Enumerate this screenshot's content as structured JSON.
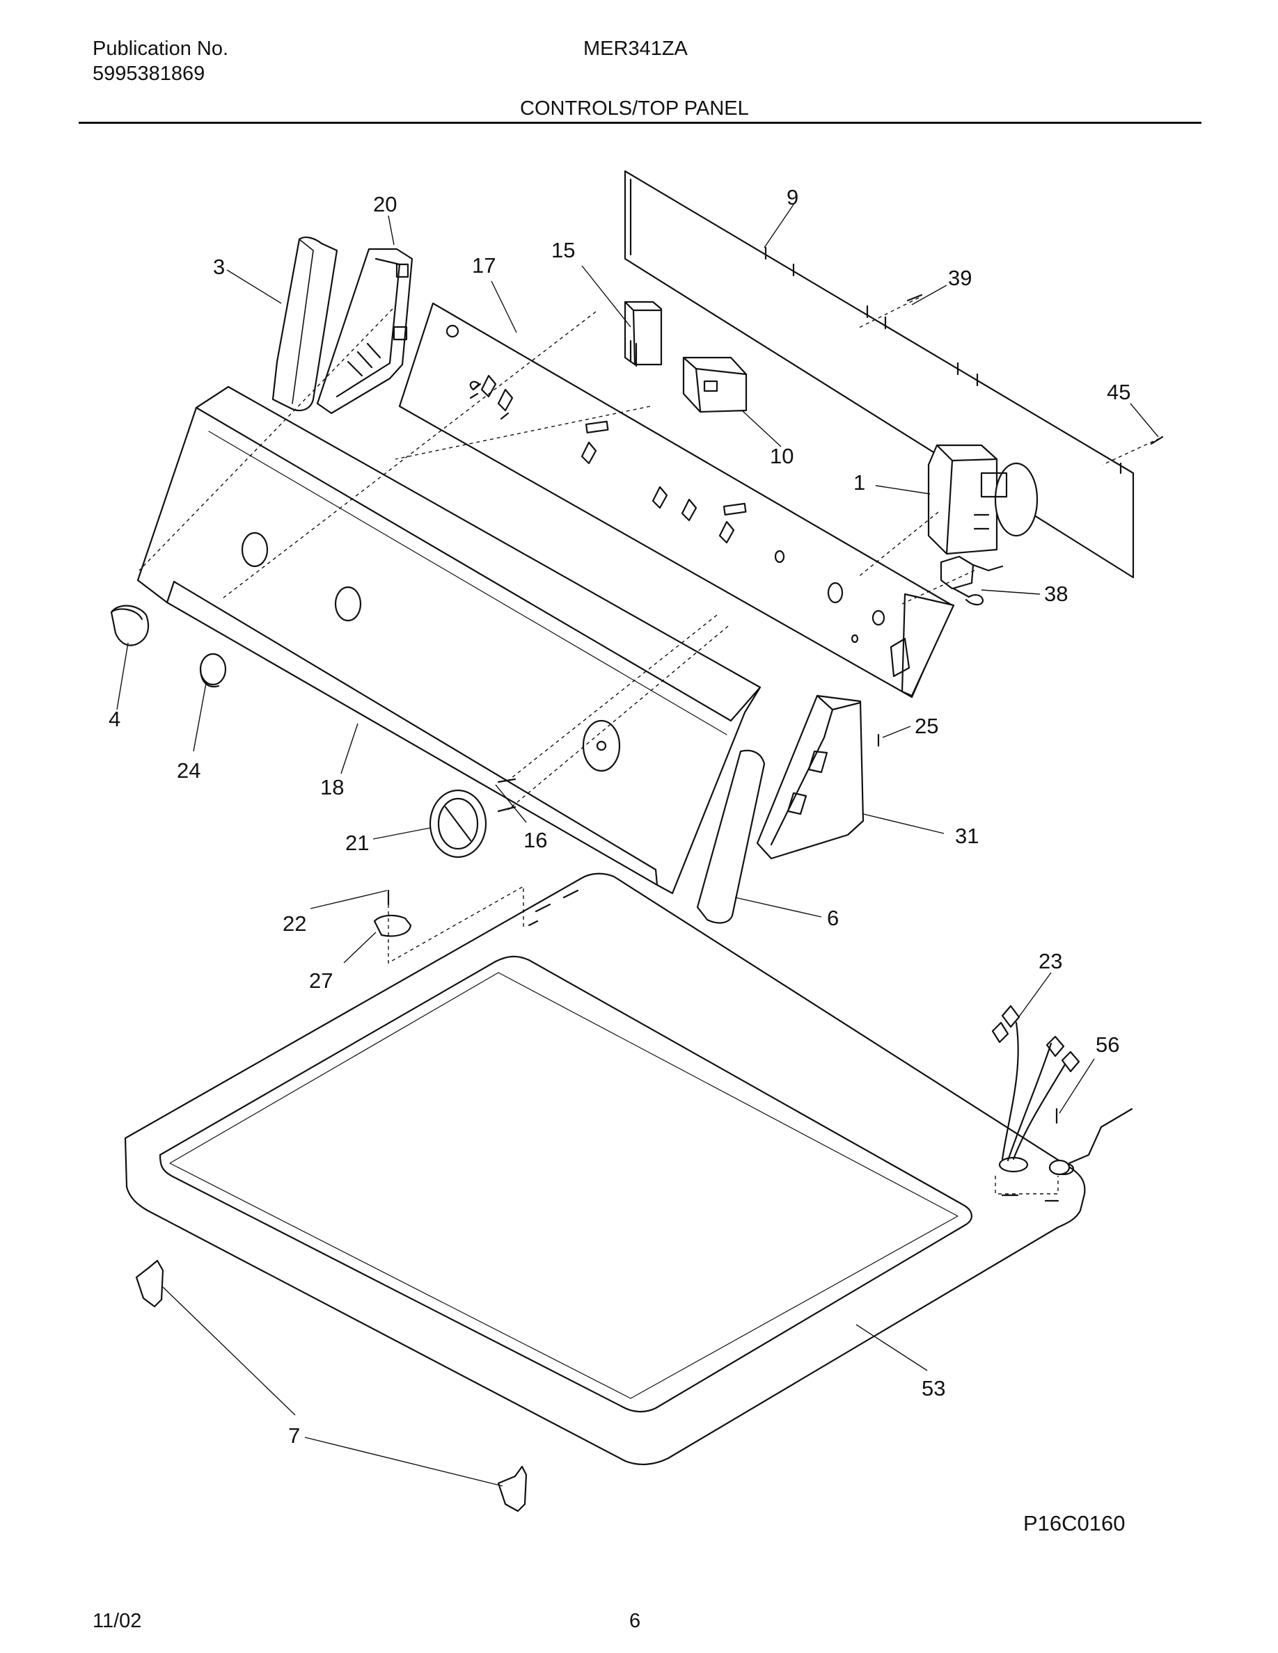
{
  "header": {
    "publication_label": "Publication No.",
    "publication_number": "5995381869",
    "model": "MER341ZA",
    "section_title": "CONTROLS/TOP PANEL"
  },
  "callouts": [
    "1",
    "3",
    "4",
    "6",
    "7",
    "9",
    "10",
    "15",
    "16",
    "17",
    "18",
    "20",
    "21",
    "22",
    "23",
    "24",
    "25",
    "27",
    "31",
    "38",
    "39",
    "45",
    "53",
    "56"
  ],
  "figure_code": "P16C0160",
  "footer": {
    "date": "11/02",
    "page": "6"
  }
}
